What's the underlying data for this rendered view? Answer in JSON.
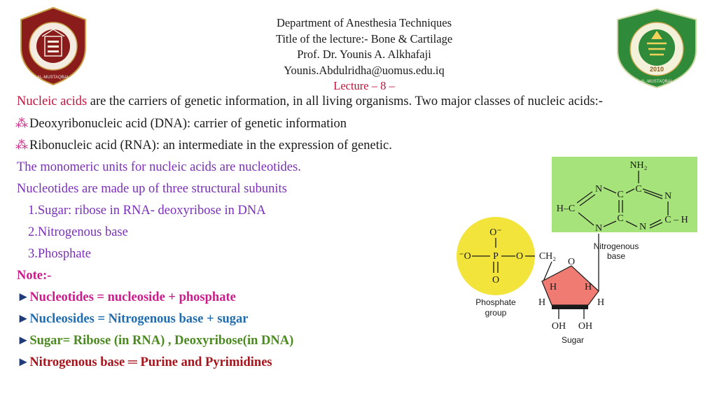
{
  "header": {
    "department": "Department of Anesthesia Techniques",
    "title": "Title of the lecture:- Bone  & Cartilage",
    "professor": "Prof. Dr. Younis A. Alkhafaji",
    "email": "Younis.Abdulridha@uomus.edu.iq",
    "lecture": "Lecture – 8 –"
  },
  "logos": {
    "left": {
      "text_arc": "AL-MUSTAQBAL UNIVERSITY",
      "emblem": "college-emblem"
    },
    "right": {
      "text_arc": "AL-MUSTAQBAL UNIVERSITY",
      "year": "2010"
    }
  },
  "content": {
    "intro_term": "Nucleic acids",
    "intro_rest": " are the carriers of genetic information, in all living organisms. Two major classes of nucleic acids:-",
    "dna": "Deoxyribonucleic acid (DNA): carrier of genetic information",
    "rna": "Ribonucleic acid (RNA): an intermediate in the expression of genetic.",
    "monomeric": "The monomeric units for nucleic acids are nucleotides.",
    "subunits_intro": "Nucleotides are made up of three structural subunits",
    "subunits": [
      "1.Sugar: ribose in RNA- deoxyribose in DNA",
      "2.Nitrogenous base",
      "3.Phosphate"
    ],
    "note_label": "Note:-",
    "notes": [
      "Nucleotides = nucleoside + phosphate",
      "Nucleosides = Nitrogenous base + sugar",
      "Sugar= Ribose (in RNA) , Deoxyribose(in DNA)",
      "Nitrogenous base ═ Purine and Pyrimidines"
    ],
    "star_glyph": "⁂",
    "arrow_glyph": "►"
  },
  "figure": {
    "nh2": "NH₂",
    "atoms_base": [
      "N",
      "C",
      "N",
      "H–C",
      "C",
      "C",
      "N",
      "N",
      "C–H"
    ],
    "base_label_1": "Nitrogenous",
    "base_label_2": "base",
    "phosphate_o_top": "O⁻",
    "phosphate_o_left": "⁻O",
    "phosphate_p": "P",
    "phosphate_o_right": "O",
    "phosphate_o_bottom": "O",
    "ch2": "CH₂",
    "ring_o": "O",
    "sugar_h1": "H",
    "sugar_h2": "H",
    "sugar_h3": "H",
    "sugar_h4": "H",
    "oh1": "OH",
    "oh2": "OH",
    "phosphate_label_1": "Phosphate",
    "phosphate_label_2": "group",
    "sugar_label": "Sugar",
    "colors": {
      "base_bg": "#a6e37a",
      "phosphate_bg": "#f2e43a",
      "sugar_fill": "#f07b72"
    }
  }
}
